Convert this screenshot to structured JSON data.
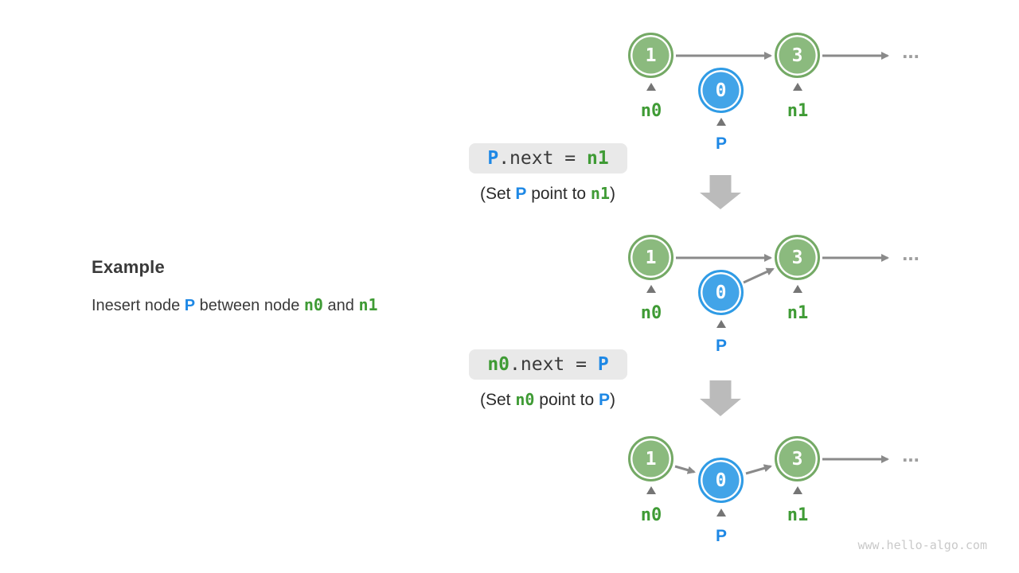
{
  "example": {
    "heading": "Example",
    "sentence": {
      "t1": "Inesert node ",
      "p": "P",
      "t2": " between node ",
      "n0": "n0",
      "t3": " and ",
      "n1": "n1"
    }
  },
  "diagram": {
    "rows": [
      {
        "nodes": [
          {
            "value": "1",
            "label": "n0"
          },
          {
            "value": "0",
            "label": "P"
          },
          {
            "value": "3",
            "label": "n1"
          }
        ],
        "ellipsis": "..."
      },
      {
        "nodes": [
          {
            "value": "1",
            "label": "n0"
          },
          {
            "value": "0",
            "label": "P"
          },
          {
            "value": "3",
            "label": "n1"
          }
        ],
        "ellipsis": "..."
      },
      {
        "nodes": [
          {
            "value": "1",
            "label": "n0"
          },
          {
            "value": "0",
            "label": "P"
          },
          {
            "value": "3",
            "label": "n1"
          }
        ],
        "ellipsis": "..."
      }
    ]
  },
  "code_steps": [
    {
      "code": {
        "lhs": "P",
        "mid": ".next = ",
        "rhs": "n1"
      },
      "caption": {
        "pre": "(Set ",
        "subj": "P",
        "mid": " point to ",
        "obj": "n1",
        "post": ")"
      }
    },
    {
      "code": {
        "lhs": "n0",
        "mid": ".next = ",
        "rhs": "P"
      },
      "caption": {
        "pre": "(Set ",
        "subj": "n0",
        "mid": " point to ",
        "obj": "P",
        "post": ")"
      }
    }
  ],
  "watermark": "www.hello-algo.com",
  "colors": {
    "node_green_fill": "#8bba7e",
    "node_green_ring": "#74a965",
    "node_blue_fill": "#42a4e8",
    "node_blue_ring": "#2f9be5",
    "label_green": "#3f9b35",
    "label_blue": "#1e88e5",
    "arrow_gray": "#8a8a8a",
    "block_arrow_gray": "#bbbbbb",
    "code_box_bg": "#e9e9e9"
  }
}
